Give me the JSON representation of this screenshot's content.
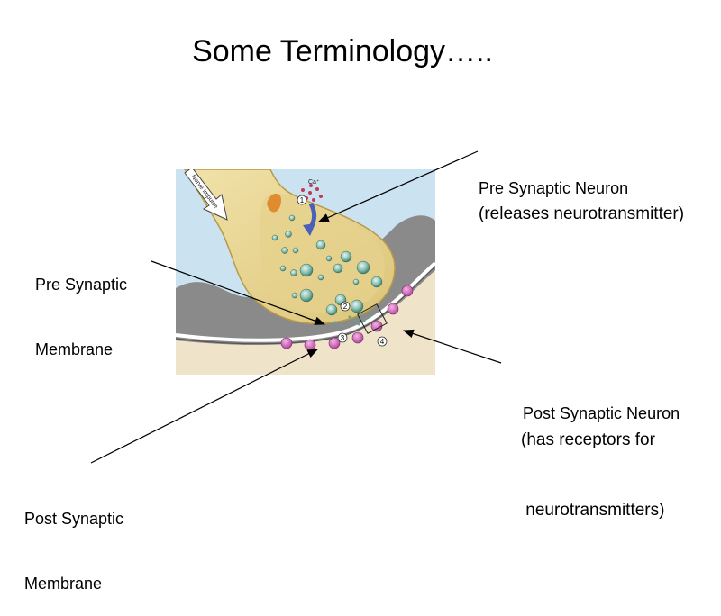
{
  "title": "Some Terminology…..",
  "illustration": {
    "arrow_text": "Nerve impulse",
    "ion_label": "Ca⁺",
    "steps": [
      "1",
      "2",
      "3",
      "4"
    ]
  },
  "labels": {
    "pre_neuron": {
      "line1": "Pre Synaptic Neuron",
      "line2": "(releases neurotransmitter)"
    },
    "pre_membrane": {
      "line1": "Pre Synaptic",
      "line2": "Membrane"
    },
    "post_neuron": {
      "line1": "Post Synaptic Neuron",
      "line2": "(has receptors for",
      "line3": " neurotransmitters)"
    },
    "post_membrane": {
      "line1": "Post Synaptic",
      "line2": "Membrane"
    }
  }
}
